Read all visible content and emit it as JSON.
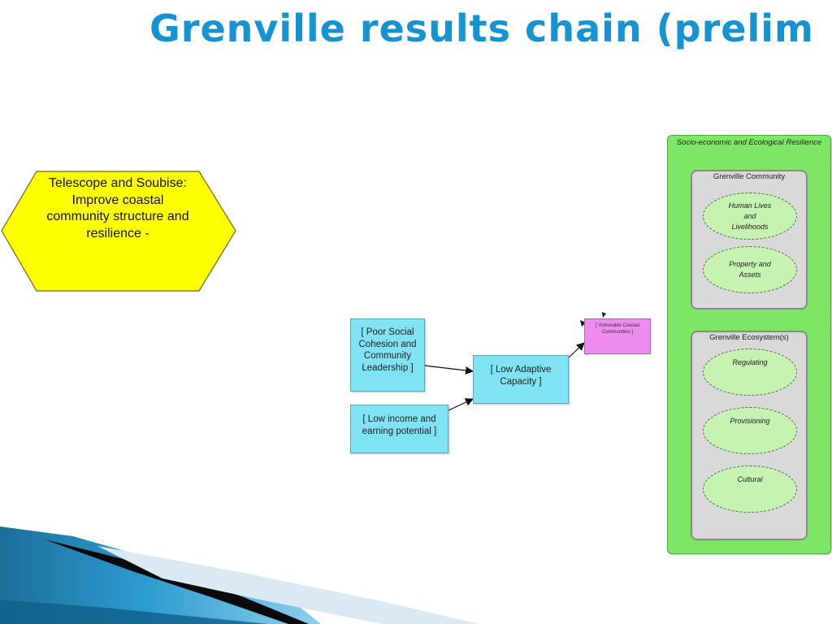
{
  "slide": {
    "title": "Grenville results chain (prelim"
  },
  "strategy": {
    "text": "Telescope and Soubise:\nImprove coastal community structure and resilience -"
  },
  "factors": {
    "poor_social": "[ Poor Social Cohesion and Community Leadership ]",
    "low_income": "[ Low income and earning potential ]",
    "low_adaptive": "[ Low Adaptive Capacity ]",
    "vulnerable": "[ Vulnerable Coastal Communities ]"
  },
  "resilience": {
    "title": "Socio-economic and Ecological Resilience",
    "community": {
      "title": "Grenville Community",
      "targets": [
        "Human Lives and Livelihoods",
        "Property and Assets"
      ]
    },
    "ecosystem": {
      "title": "Grenville Ecosystem(s)",
      "targets": [
        "Regulating",
        "Provisioning",
        "Cultural"
      ]
    }
  },
  "colors": {
    "title": "#1593d2",
    "strategy_fill": "#ffff00",
    "factor_fill": "#80e3f4",
    "threat_fill": "#ee8cf0",
    "resilience_fill": "#7ee866",
    "target_fill": "#c6f3b2"
  }
}
